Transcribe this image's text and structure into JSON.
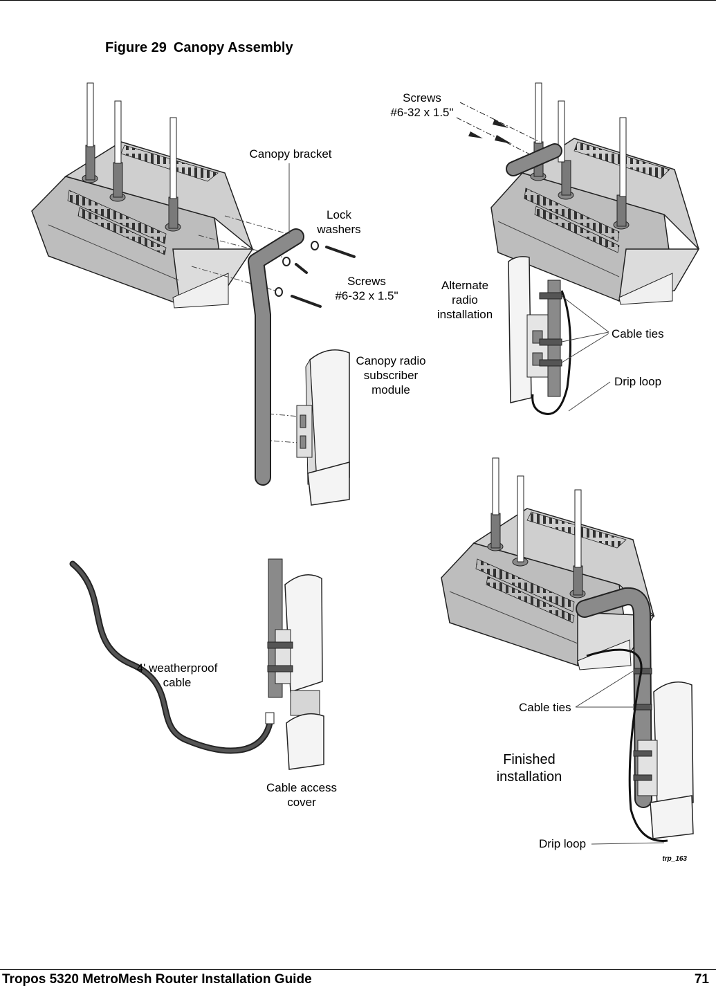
{
  "figure": {
    "number": "Figure 29",
    "title": "Canopy Assembly",
    "id_tag": "trp_163"
  },
  "labels": {
    "canopy_bracket": "Canopy bracket",
    "lock_washers": [
      "Lock",
      "washers"
    ],
    "screws_left": [
      "Screws",
      "#6-32 x 1.5\""
    ],
    "canopy_module": [
      "Canopy radio",
      "subscriber",
      "module"
    ],
    "screws_top": [
      "Screws",
      "#6-32 x 1.5\""
    ],
    "alternate": [
      "Alternate",
      "radio",
      "installation"
    ],
    "cable_ties_top": "Cable ties",
    "drip_loop_top": "Drip loop",
    "weatherproof_cable": [
      "4' weatherproof",
      "cable"
    ],
    "cable_access_cover": [
      "Cable access",
      "cover"
    ],
    "cable_ties_bottom": "Cable ties",
    "finished": [
      "Finished",
      "installation"
    ],
    "drip_loop_bottom": "Drip loop"
  },
  "footer": {
    "title": "Tropos 5320 MetroMesh Router Installation Guide",
    "page": "71"
  }
}
